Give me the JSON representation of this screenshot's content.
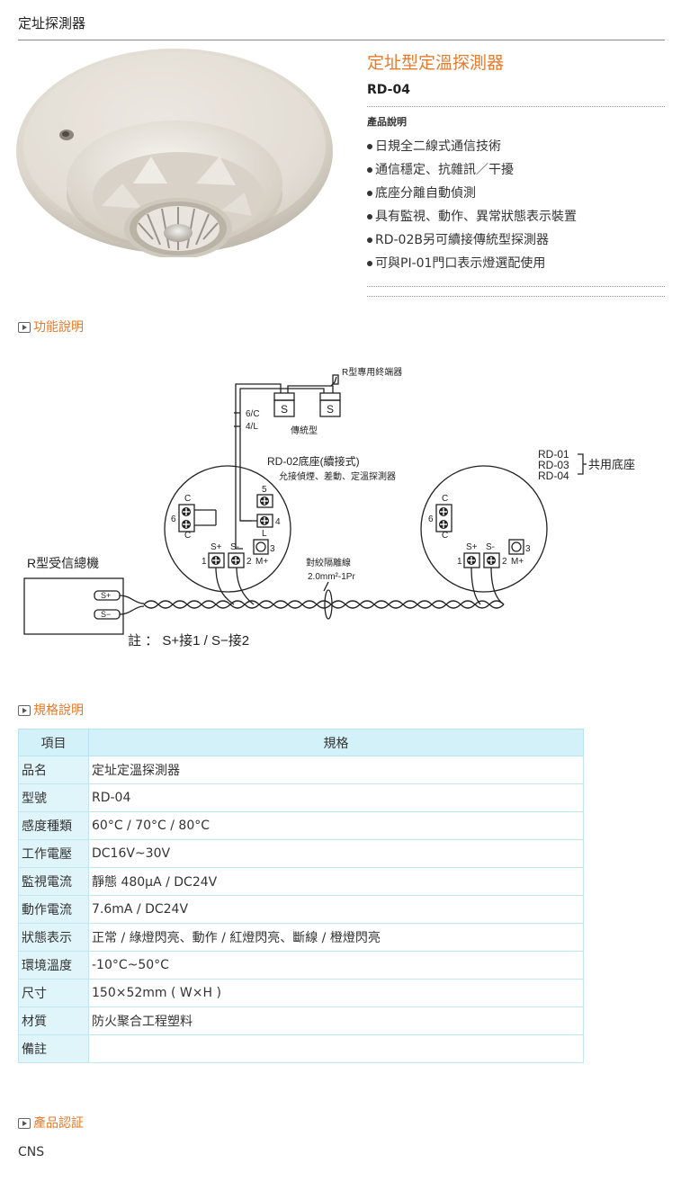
{
  "header": {
    "title": "定址探測器"
  },
  "product": {
    "name": "定址型定溫探測器",
    "model": "RD-04",
    "desc_heading": "產品說明",
    "features": [
      "日規全二線式通信技術",
      "通信穩定、抗雜訊／干擾",
      "底座分離自動偵測",
      "具有監視、動作、異常狀態表示裝置",
      "RD-02B另可續接傳統型探測器",
      "可與PI-01門口表示燈選配使用"
    ]
  },
  "sections": {
    "function": "功能說明",
    "spec": "規格說明",
    "cert": "產品認証"
  },
  "diagram": {
    "terminator": "R型專用終端器",
    "wire_c": "6/C",
    "wire_l": "4/L",
    "s_box": "S",
    "traditional": "傳統型",
    "base_title": "RD-02底座(續接式)",
    "base_sub": "允接偵煙、差動、定溫探測器",
    "rd01": "RD-01",
    "rd03": "RD-03",
    "rd04": "RD-04",
    "shared_base": "共用底座",
    "receiver": "R型受信總機",
    "splus": "S+",
    "sminus": "S-",
    "rx_splus": "S+",
    "rx_sminus": "S−",
    "mplus": "M+",
    "c": "C",
    "l": "L",
    "n1": "1",
    "n2": "2",
    "n3": "3",
    "n4": "4",
    "n5": "5",
    "n6": "6",
    "cable_title": "對絞隔離線",
    "cable_spec": "2.0mm²-1Pr",
    "note": "註 ： S+接1 / S−接2"
  },
  "spec_table": {
    "headers": [
      "項目",
      "規格"
    ],
    "rows": [
      [
        "品名",
        "定址定溫探測器"
      ],
      [
        "型號",
        "RD-04"
      ],
      [
        "感度種類",
        "60°C / 70°C / 80°C"
      ],
      [
        "工作電壓",
        "DC16V~30V"
      ],
      [
        "監視電流",
        "靜態 480μA / DC24V"
      ],
      [
        "動作電流",
        "7.6mA / DC24V"
      ],
      [
        "狀態表示",
        "正常 / 綠燈閃亮、動作 / 紅燈閃亮、斷線 / 橙燈閃亮"
      ],
      [
        "環境溫度",
        "-10°C~50°C"
      ],
      [
        "尺寸",
        "150×52mm ( W×H )"
      ],
      [
        "材質",
        "防火聚合工程塑料"
      ],
      [
        "備註",
        ""
      ]
    ]
  },
  "cert": {
    "text": "CNS"
  },
  "colors": {
    "accent": "#e87a2b",
    "table_header": "#d3f1f8",
    "table_border": "#b8e3ee"
  }
}
